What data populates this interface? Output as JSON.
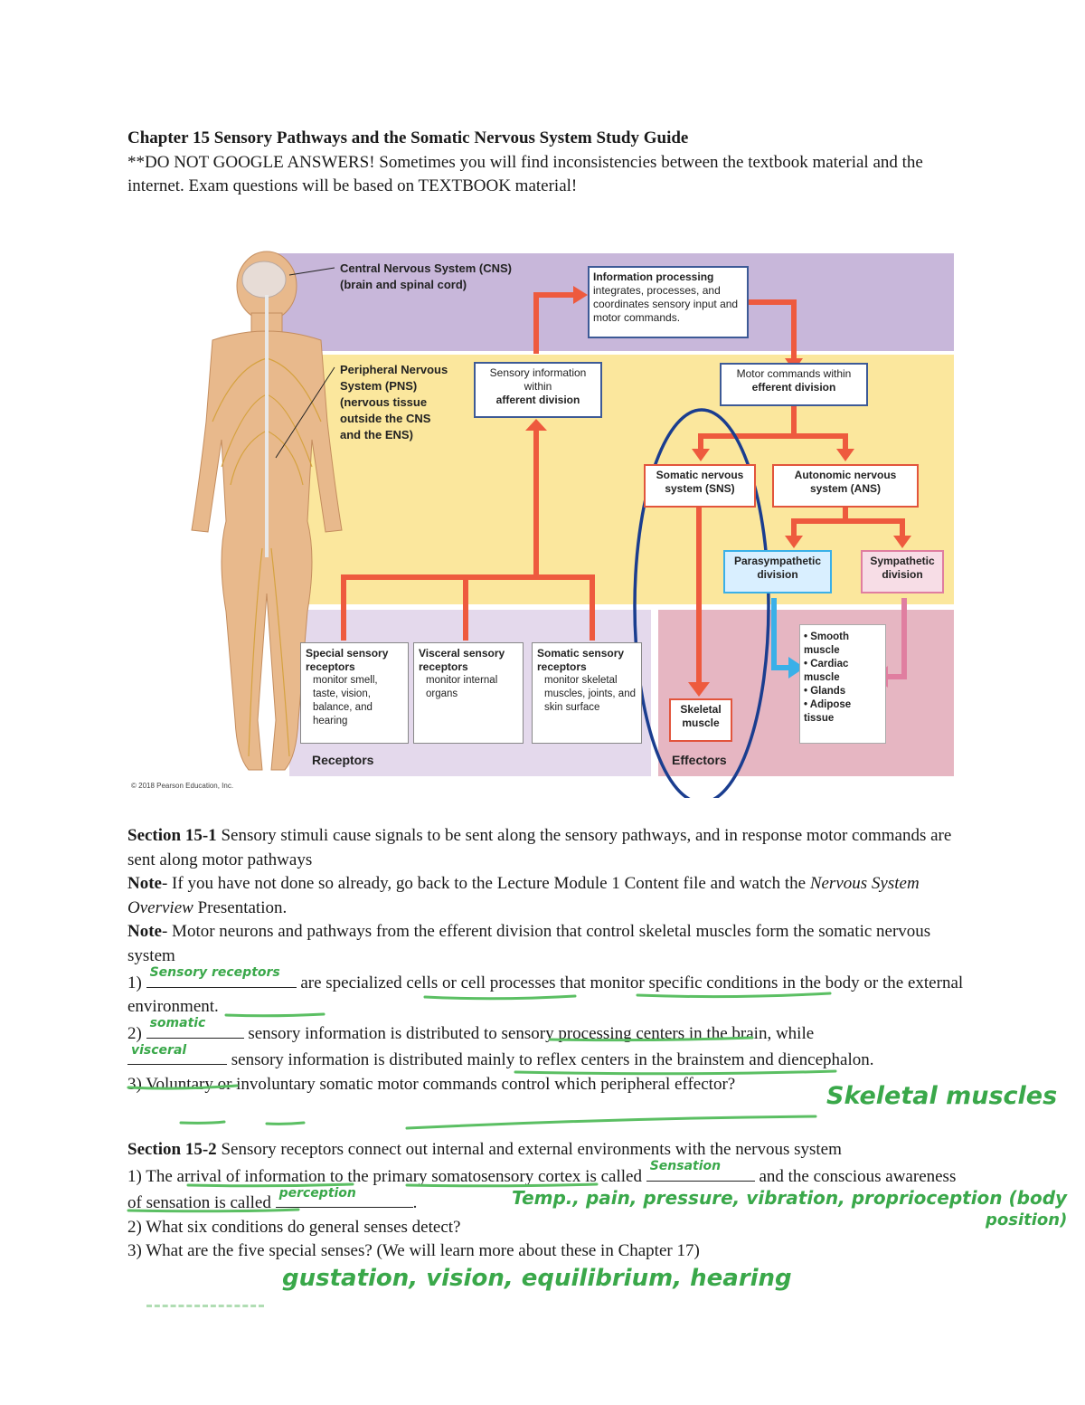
{
  "header": {
    "title": "Chapter 15 Sensory Pathways and the Somatic Nervous System Study Guide",
    "warning": "**DO NOT GOOGLE ANSWERS! Sometimes you will find inconsistencies between the textbook material and the internet. Exam questions will be based on TEXTBOOK material!"
  },
  "figure": {
    "cns_title": "Central Nervous System (CNS)",
    "cns_sub": "(brain and spinal cord)",
    "pns_title_1": "Peripheral Nervous",
    "pns_title_2": "System (PNS)",
    "pns_sub_1": "(nervous tissue",
    "pns_sub_2": "outside the CNS",
    "pns_sub_3": "and the ENS)",
    "info_title": "Information processing",
    "info_desc": "integrates, processes, and coordinates sensory input and motor commands.",
    "sensory_info_1": "Sensory information",
    "sensory_info_2": "within",
    "sensory_info_3": "afferent division",
    "motor_cmd_1": "Motor commands within",
    "motor_cmd_2": "efferent division",
    "sns": "Somatic nervous system (SNS)",
    "ans": "Autonomic nervous system (ANS)",
    "para": "Parasympathetic division",
    "symp": "Sympathetic division",
    "special_title": "Special sensory receptors",
    "special_desc": "monitor smell, taste, vision, balance, and hearing",
    "visceral_title": "Visceral sensory receptors",
    "visceral_desc": "monitor internal organs",
    "somatic_title": "Somatic sensory receptors",
    "somatic_desc": "monitor skeletal muscles, joints, and skin surface",
    "skeletal": "Skeletal muscle",
    "effectors_list": [
      "• Smooth muscle",
      "• Cardiac muscle",
      "• Glands",
      "• Adipose tissue"
    ],
    "receptors_label": "Receptors",
    "effectors_label": "Effectors",
    "copyright": "© 2018 Pearson Education, Inc."
  },
  "section1": {
    "heading": "Section 15-1",
    "intro": " Sensory stimuli cause signals to be sent along the sensory pathways, and in response motor commands are sent along motor pathways",
    "note_label": "Note",
    "note1_a": "- If you have not done so already, go back to the Lecture Module 1 Content file and watch the ",
    "note1_italic": "Nervous System Overview",
    "note1_b": " Presentation.",
    "note2": "- Motor neurons and pathways from the efferent division that control skeletal muscles form the somatic nervous system",
    "q1_num": "1) ",
    "q1_text": " are specialized cells or cell processes that monitor specific conditions in the body or the external environment.",
    "q1_answer": "Sensory receptors",
    "q2_num": "2) ",
    "q2_text_a": " sensory information is distributed to sensory processing centers in the brain, while",
    "q2_text_b": " sensory information is distributed mainly to reflex centers in the brainstem and diencephalon.",
    "q2_answer_a": "somatic",
    "q2_answer_b": "visceral",
    "q3_text": "3) Voluntary or involuntary somatic motor commands control which peripheral effector?",
    "q3_answer": "Skeletal muscles"
  },
  "section2": {
    "heading": "Section 15-2",
    "intro": " Sensory receptors connect out internal and external environments with the nervous system",
    "q1_a": "1) The arrival of information to the primary somatosensory cortex is called ",
    "q1_answer_a": "Sensation",
    "q1_b": " and the conscious awareness of sensation is called ",
    "q1_answer_b": "perception",
    "q1_c": ".",
    "q2": "2) What six conditions do general senses detect?",
    "q2_answer_a": "Temp., pain, pressure, vibration, proprioception (body",
    "q2_answer_b": "position)",
    "q3": "3) What are the five special senses? (We will learn more about these in Chapter 17)",
    "q3_answer": "gustation, vision, equilibrium, hearing"
  }
}
